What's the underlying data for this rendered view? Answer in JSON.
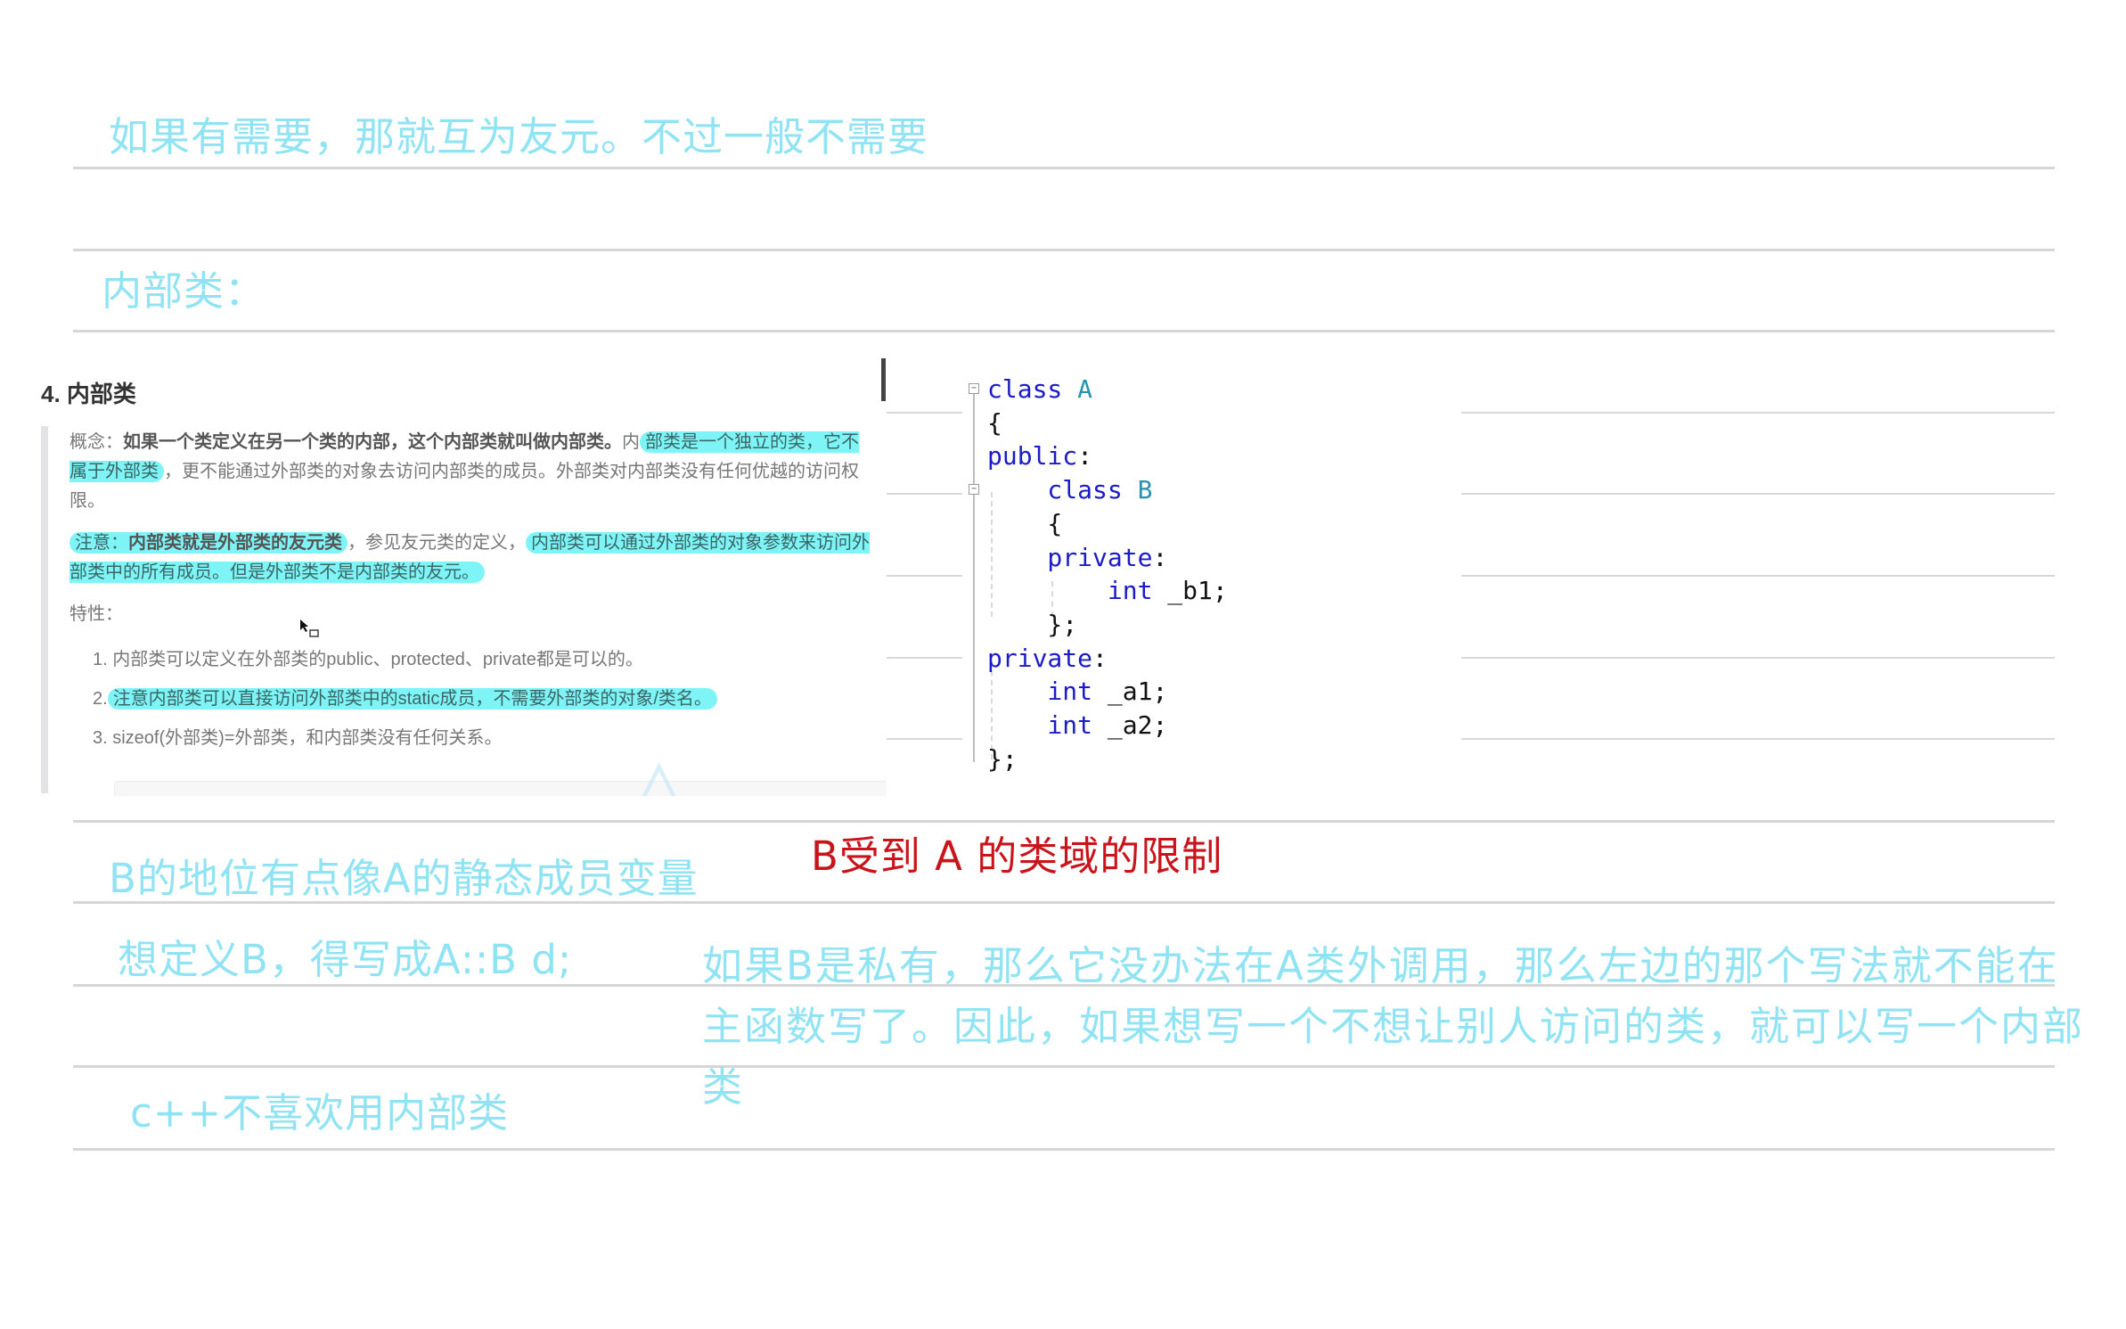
{
  "notes": {
    "line1": "如果有需要，那就互为友元。不过一般不需要",
    "line2": "内部类：",
    "b_status": "B的地位有点像A的静态成员变量",
    "b_scope_red": "B受到 A 的类域的限制",
    "define_b": "想定义B，得写成A::B  d;",
    "private_note": "如果B是私有，那么它没办法在A类外调用，那么左边的那个写法就不能在主函数写了。因此，如果想写一个不想让别人访问的类，就可以写一个内部类",
    "cpp_dislike": "c++不喜欢用内部类"
  },
  "doc": {
    "heading": "4. 内部类",
    "concept_label": "概念：",
    "concept_bold": "如果一个类定义在另一个类的内部，这个内部类就叫做内部类。",
    "concept_plain_pre": "内",
    "concept_hl": "部类是一个独立的类，它不属于外部类",
    "concept_rest": "，更不能通过外部类的对象去访问内部类的成员。外部类对内部类没有任何优越的访问权限。",
    "note_hl_label": "注意：",
    "note_hl_bold": "内部类就是外部类的友元类",
    "note_plain": "，参见友元类的定义，",
    "note_hl2": "内部类可以通过外部类的对象参数来访问外部类中的所有成员。但是外部类不是内部类的友元。",
    "features_label": "特性：",
    "features": [
      "1. 内部类可以定义在外部类的public、protected、private都是可以的。",
      "注意内部类可以直接访问外部类中的static成员，不需要外部类的对象/类名。",
      "3. sizeof(外部类)=外部类，和内部类没有任何关系。"
    ],
    "feature2_num": "2.",
    "highlight_color": "#7ff4f6"
  },
  "code": {
    "lines": [
      [
        {
          "t": "class ",
          "c": "kw"
        },
        {
          "t": "A",
          "c": "ty"
        }
      ],
      [
        {
          "t": "{",
          "c": ""
        }
      ],
      [
        {
          "t": "public",
          "c": "kw"
        },
        {
          "t": ":",
          "c": ""
        }
      ],
      [
        {
          "t": "    class ",
          "c": "kw"
        },
        {
          "t": "B",
          "c": "ty"
        }
      ],
      [
        {
          "t": "    {",
          "c": ""
        }
      ],
      [
        {
          "t": "    private",
          "c": "kw"
        },
        {
          "t": ":",
          "c": ""
        }
      ],
      [
        {
          "t": "        int",
          "c": "kw"
        },
        {
          "t": " _b1;",
          "c": ""
        }
      ],
      [
        {
          "t": "    };",
          "c": ""
        }
      ],
      [
        {
          "t": "private",
          "c": "kw"
        },
        {
          "t": ":",
          "c": ""
        }
      ],
      [
        {
          "t": "    int",
          "c": "kw"
        },
        {
          "t": " _a1;",
          "c": ""
        }
      ],
      [
        {
          "t": "    int",
          "c": "kw"
        },
        {
          "t": " _a2;",
          "c": ""
        }
      ],
      [
        {
          "t": "};",
          "c": ""
        }
      ]
    ],
    "fold_glyph": "−"
  },
  "colors": {
    "note_text": "#8fe3f3",
    "note_red": "#c8141a",
    "keyword": "#1b1bc8",
    "type_name": "#2b91af",
    "rule": "#d6d6d6"
  }
}
